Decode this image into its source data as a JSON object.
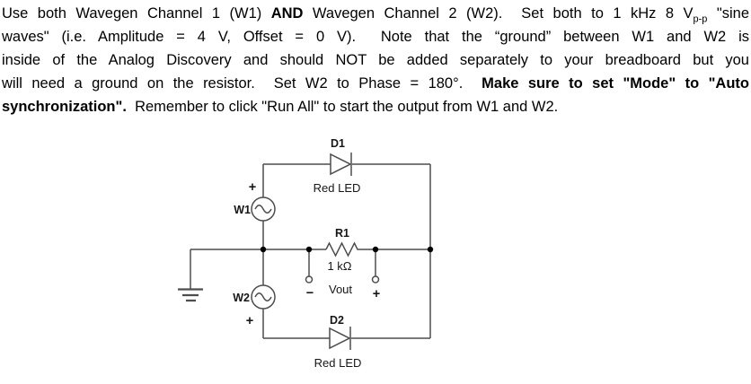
{
  "paragraph": {
    "line1": {
      "seg1": "Use both Wavegen Channel 1 (W1) ",
      "seg2_bold": "AND",
      "seg3": " Wavegen Channel 2 (W2).  Set both to 1 kHz 8 V",
      "seg4_sub": "p-p",
      "seg5": " \"sine"
    },
    "line2": {
      "seg1": "waves\" (i.e. Amplitude = 4 V, Offset = 0 V).  Note that the “ground” between W1 and W2 is"
    },
    "line3": {
      "seg1": "inside of the Analog Discovery and should NOT be added separately to your breadboard but you"
    },
    "line4": {
      "seg1": "will need a ground on the resistor.  Set W2 to Phase = 180°.  ",
      "seg2_bold": "Make sure to set \"Mode\" to \"Auto"
    },
    "line5": {
      "seg1_bold": "synchronization\".",
      "seg2": "  Remember to click \"Run All\" to start the output from W1 and W2."
    }
  },
  "circuit": {
    "w1": {
      "label": "W1",
      "polarity": "+"
    },
    "w2": {
      "label": "W2",
      "polarity": "+"
    },
    "d1": {
      "label": "D1",
      "type": "Red LED"
    },
    "d2": {
      "label": "D2",
      "type": "Red LED"
    },
    "r1": {
      "label": "R1",
      "value": "1 kΩ"
    },
    "vout": {
      "label": "Vout",
      "minus": "−",
      "plus": "+"
    },
    "colors": {
      "wire": "#4d4d4d",
      "label": "#161616"
    }
  }
}
